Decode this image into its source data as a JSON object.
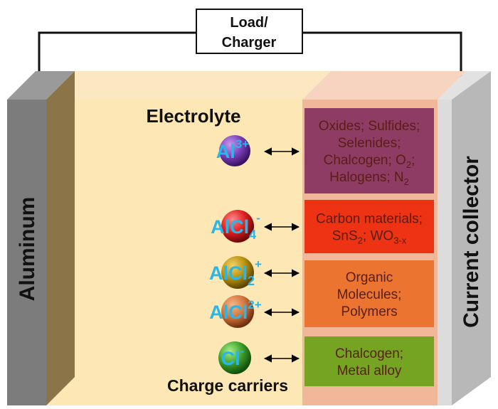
{
  "load": {
    "line1": "Load/",
    "line2": "Charger"
  },
  "anode": {
    "label": "Aluminum"
  },
  "collector": {
    "label": "Current collector"
  },
  "electrolyte": {
    "label": "Electrolyte"
  },
  "carriers": {
    "caption": "Charge carriers",
    "items": [
      {
        "base": "Al",
        "sub": "",
        "sup": "3+",
        "color": "#7b3fb8"
      },
      {
        "base": "AlCl",
        "sub": "4",
        "sup": "-",
        "color": "#e02020"
      },
      {
        "base": "AlCl",
        "sub": "2",
        "sup": "+",
        "color": "#b8920e"
      },
      {
        "base": "AlCl",
        "sub": "",
        "sup": "2+",
        "color": "#d2743a"
      },
      {
        "base": "Cl",
        "sub": "",
        "sup": "-",
        "color": "#3ea12a"
      }
    ]
  },
  "cathode_materials": [
    {
      "color": "#8e3c64",
      "lines": [
        [
          {
            "t": "Oxides; Sulfides;"
          }
        ],
        [
          {
            "t": "Selenides;"
          }
        ],
        [
          {
            "t": "Chalcogen; O"
          },
          {
            "t": "2",
            "sub": true
          },
          {
            "t": ";"
          }
        ],
        [
          {
            "t": "Halogens; N"
          },
          {
            "t": "2",
            "sub": true
          }
        ]
      ]
    },
    {
      "color": "#ee3214",
      "lines": [
        [
          {
            "t": "Carbon materials;"
          }
        ],
        [
          {
            "t": "SnS"
          },
          {
            "t": "2",
            "sub": true
          },
          {
            "t": "; WO"
          },
          {
            "t": "3-x",
            "sub": true
          }
        ]
      ]
    },
    {
      "color": "#ea7430",
      "lines": [
        [
          {
            "t": "Organic"
          }
        ],
        [
          {
            "t": "Molecules;"
          }
        ],
        [
          {
            "t": "Polymers"
          }
        ]
      ]
    },
    {
      "color": "#74a422",
      "lines": [
        [
          {
            "t": "Chalcogen;"
          }
        ],
        [
          {
            "t": "Metal alloy"
          }
        ]
      ]
    }
  ]
}
